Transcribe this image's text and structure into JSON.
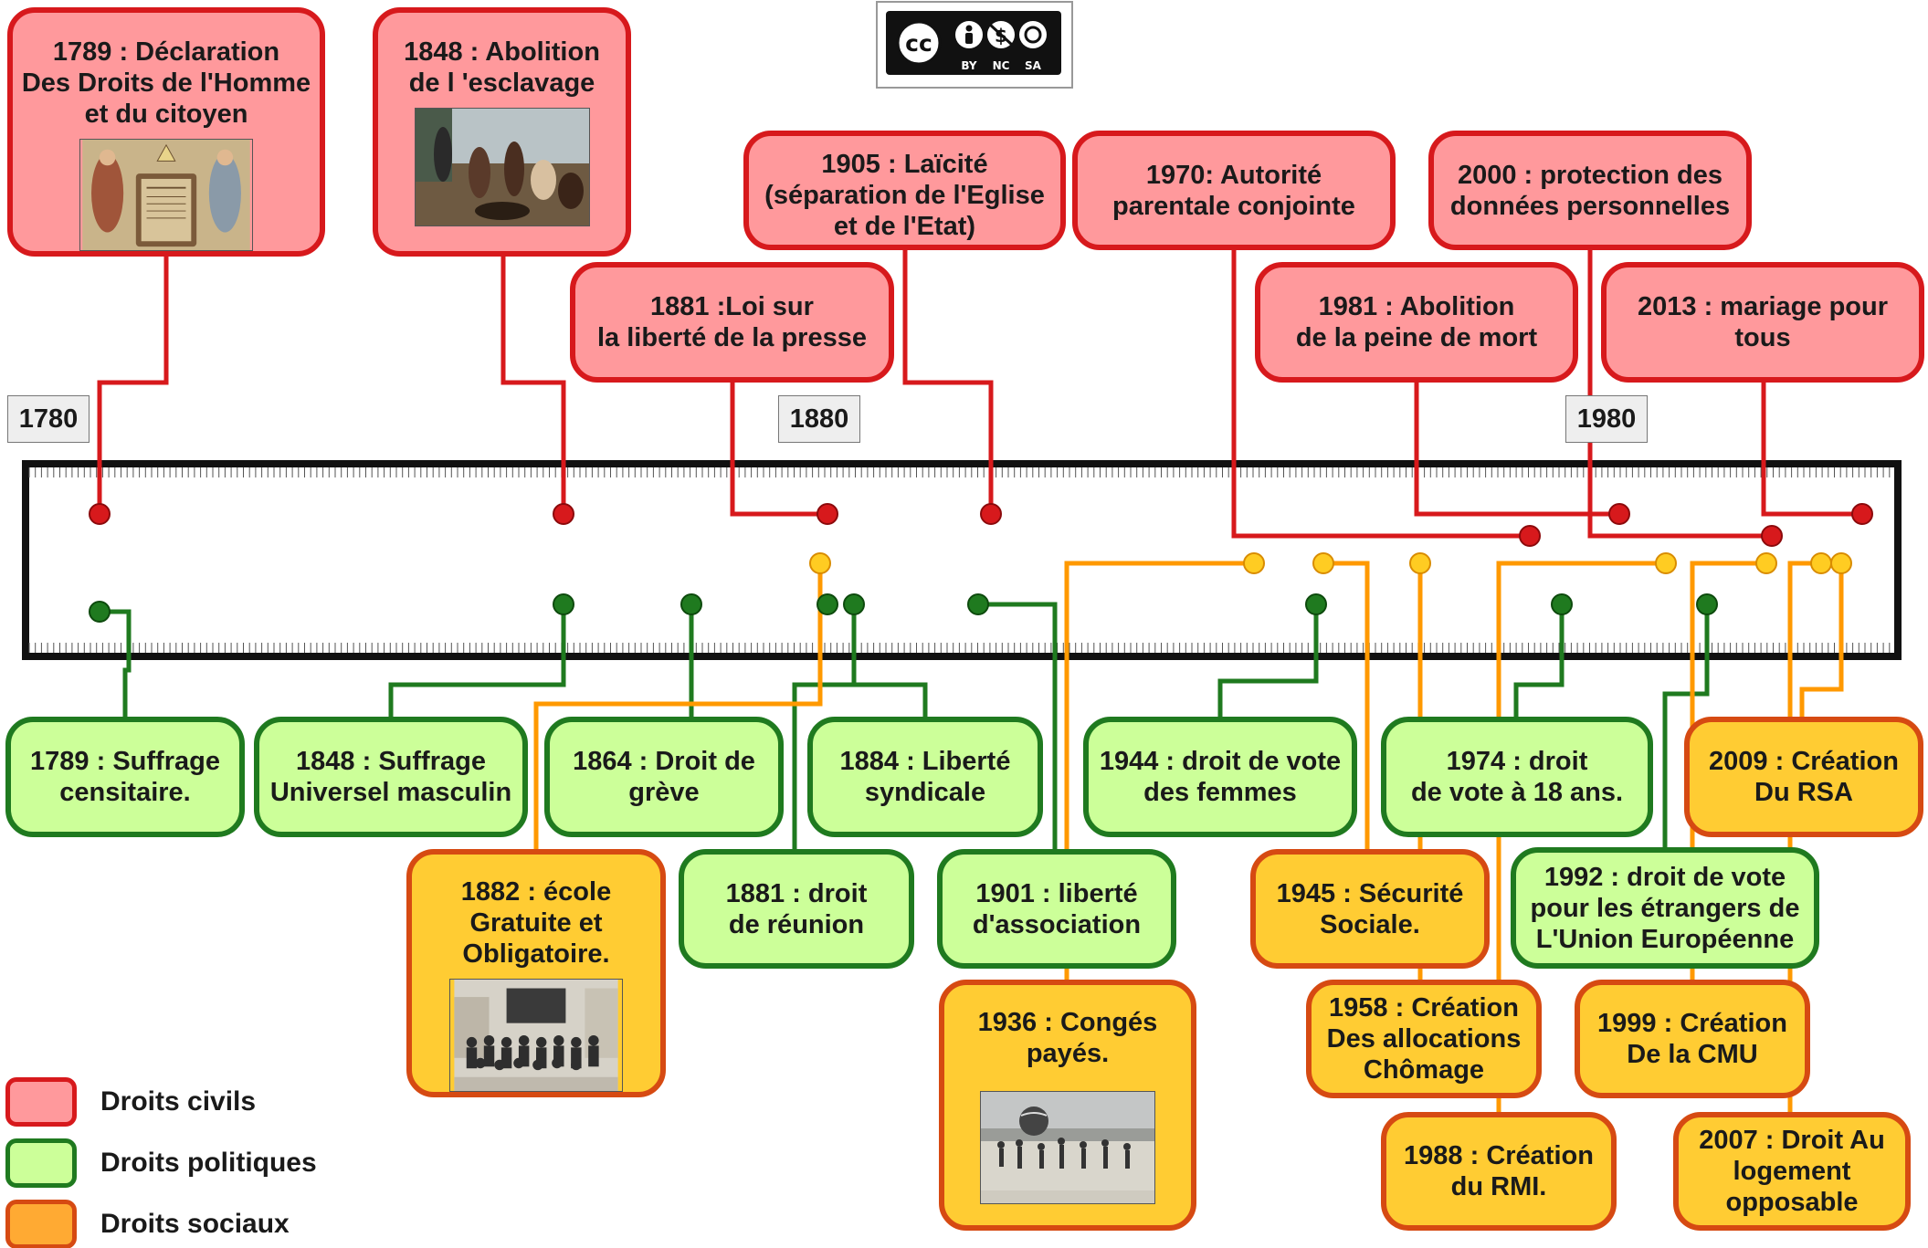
{
  "colors": {
    "civil": "#d7191c",
    "politique": "#1f7a1f",
    "social": "#ff9900"
  },
  "scale_labels": [
    "1780",
    "1880",
    "1980"
  ],
  "license": {
    "cc": "cc",
    "by": "BY",
    "nc": "NC",
    "sa": "SA"
  },
  "events": {
    "e1789c": "1789 : Déclaration\nDes Droits de l'Homme\net du citoyen",
    "e1848c": "1848 : Abolition\nde l 'esclavage",
    "e1905": "1905 : Laïcité\n(séparation de l'Eglise\net de l'Etat)",
    "e1970": "1970: Autorité\nparentale conjointe",
    "e2000": "2000 : protection des\ndonnées personnelles",
    "e1881p": "1881 :Loi sur\nla liberté de la presse",
    "e1981": "1981 : Abolition\nde la peine de mort",
    "e2013": "2013 : mariage pour\ntous",
    "e1789s": "1789 : Suffrage\ncensitaire.",
    "e1848s": "1848 : Suffrage\nUniversel masculin",
    "e1864": "1864 : Droit de\ngrève",
    "e1884": "1884 : Liberté\nsyndicale",
    "e1944": "1944 : droit de vote\ndes femmes",
    "e1974": "1974 : droit\nde vote à 18 ans.",
    "e2009": "2009 : Création\nDu RSA",
    "e1882": "1882 : école\nGratuite et\nObligatoire.",
    "e1881r": "1881 : droit\nde réunion",
    "e1901": "1901 : liberté\nd'association",
    "e1945": "1945 : Sécurité\nSociale.",
    "e1992": "1992 : droit de vote\npour les étrangers de\nL'Union Européenne",
    "e1936": "1936 : Congés\npayés.",
    "e1958": "1958 : Création\nDes allocations\nChômage",
    "e1999": "1999 : Création\nDe la CMU",
    "e1988": "1988 : Création\ndu RMI.",
    "e2007": "2007 : Droit Au\nlogement\nopposable"
  },
  "legend": {
    "civil": "Droits civils",
    "politique": "Droits politiques",
    "social": "Droits sociaux"
  }
}
